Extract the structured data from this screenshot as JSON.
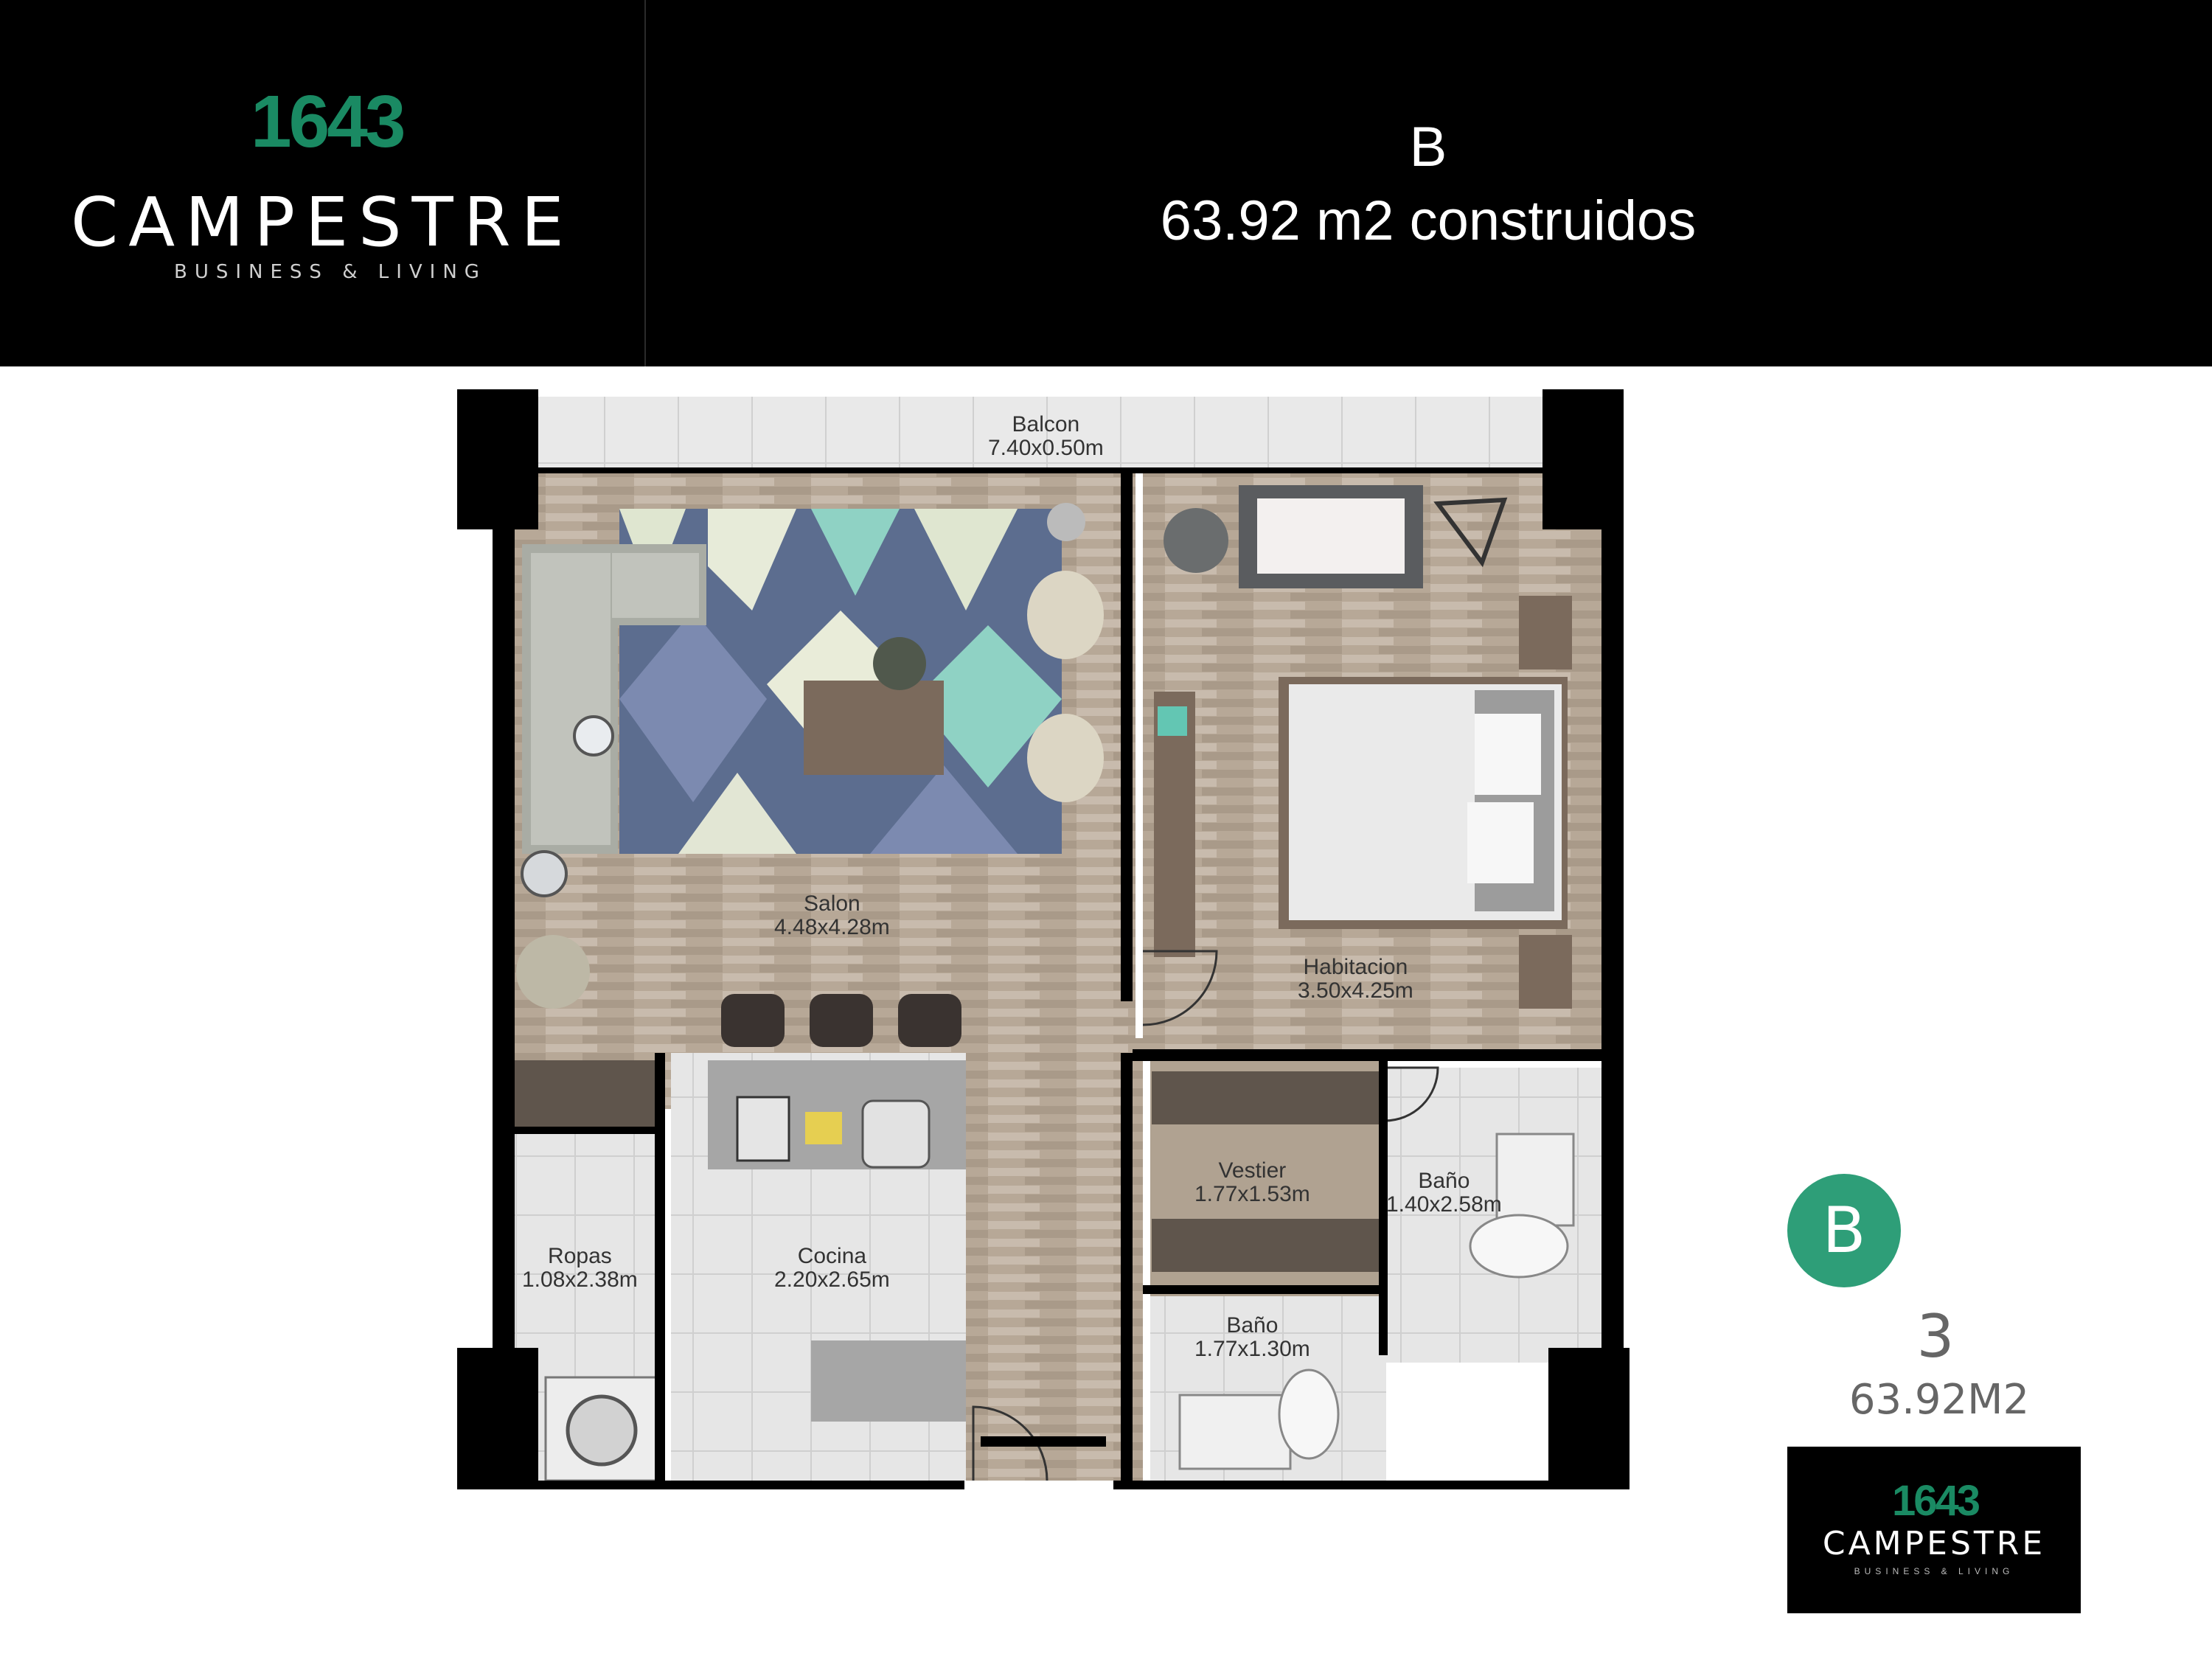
{
  "header": {
    "brand_number": "1643",
    "brand_name": "CAMPESTRE",
    "brand_tagline": "BUSINESS & LIVING",
    "unit_letter": "B",
    "unit_area": "63.92 m2 construidos"
  },
  "rooms": [
    {
      "name": "Balcon",
      "size": "7.40x0.50m"
    },
    {
      "name": "Salon",
      "size": "4.48x4.28m"
    },
    {
      "name": "Habitacion",
      "size": "3.50x4.25m"
    },
    {
      "name": "Vestier",
      "size": "1.77x1.53m"
    },
    {
      "name": "Baño",
      "size": "1.40x2.58m"
    },
    {
      "name": "Ropas",
      "size": "1.08x2.38m"
    },
    {
      "name": "Cocina",
      "size": "2.20x2.65m"
    },
    {
      "name": "Baño",
      "size": "1.77x1.30m"
    }
  ],
  "legend": {
    "badge_letter": "B",
    "count": "3",
    "area": "63.92M2"
  },
  "colors": {
    "brand_green": "#1a8a63",
    "badge_green": "#2e9e78",
    "wall": "#000000",
    "wood_floor": "#b9aa98",
    "tile_floor": "#e4e4e4"
  }
}
